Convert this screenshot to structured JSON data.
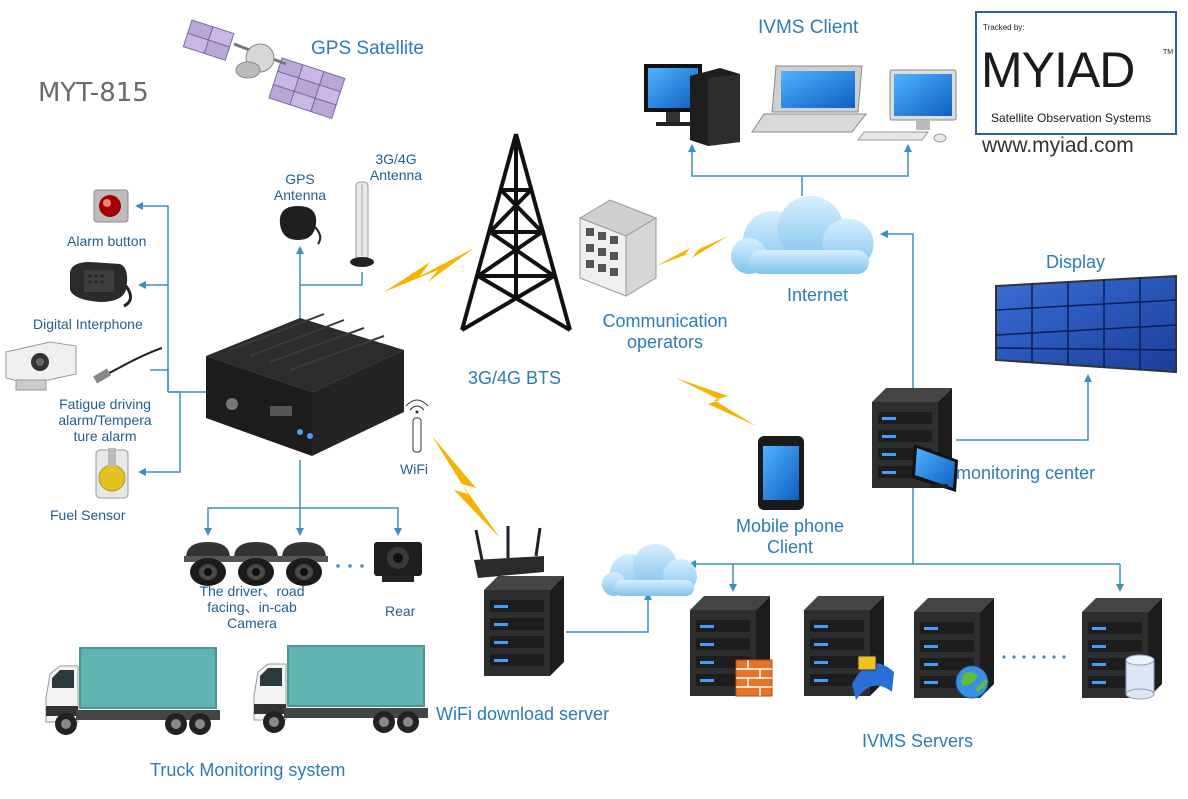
{
  "model": "MYT-815",
  "labels": {
    "gps_satellite": "GPS  Satellite",
    "ivms_client": "IVMS Client",
    "gps_antenna": [
      "GPS",
      "Antenna"
    ],
    "antenna_3g4g": [
      "3G/4G",
      "Antenna"
    ],
    "alarm_button": "Alarm  button",
    "digital_interphone": "Digital Interphone",
    "fatigue": [
      "Fatigue driving",
      "alarm/Tempera",
      "ture alarm"
    ],
    "fuel_sensor": "Fuel Sensor",
    "camera": [
      "The driver、road",
      "facing、in-cab",
      "Camera"
    ],
    "rear": "Rear",
    "wifi": "WiFi",
    "bts": "3G/4G  BTS",
    "operators": [
      "Communication",
      "operators"
    ],
    "internet": "Internet",
    "display": "Display",
    "monitoring_center": "monitoring center",
    "mobile_client": [
      "Mobile phone",
      "Client"
    ],
    "wifi_server": "WiFi download server",
    "ivms_servers": "IVMS Servers",
    "truck_system": "Truck Monitoring system"
  },
  "logo": {
    "tracked_by": "Tracked by:",
    "wordmark": "MYIAD",
    "trademark": "TM",
    "tagline": "Satellite Observation Systems",
    "url": "www.myiad.com"
  },
  "colors": {
    "label": "#2a7db5",
    "connector": "#3b8fc4",
    "lightning": "#f5b400",
    "server": "#2b2b2b",
    "server_led": "#3fa0ff",
    "cloud": "#9fd2f2",
    "truck_cargo": "#5fb3b1"
  }
}
